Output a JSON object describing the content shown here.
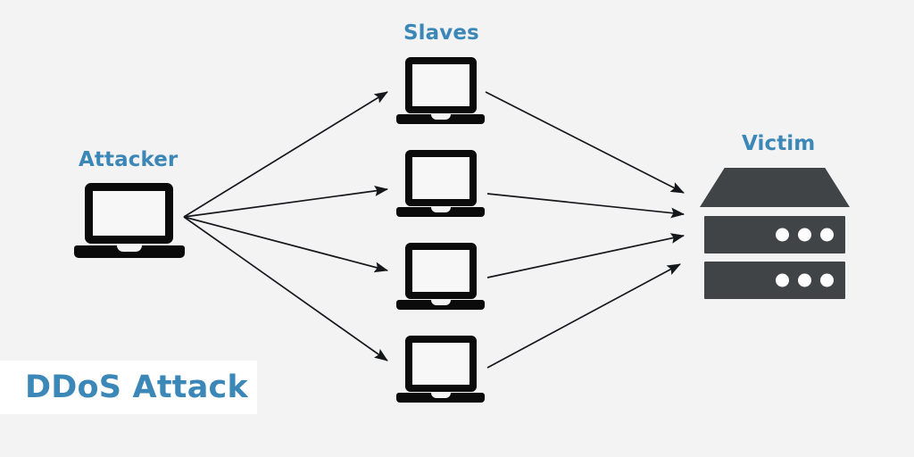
{
  "diagram": {
    "title": "DDoS Attack",
    "background_color": "#f3f3f3",
    "accent_color": "#3b87b8",
    "icon_color": "#0b0b0b",
    "server_color": "#414447",
    "caption_band_color": "#ffffff"
  },
  "nodes": {
    "attacker": {
      "label": "Attacker",
      "icon": "laptop-icon",
      "count": 1
    },
    "slaves": {
      "label": "Slaves",
      "icon": "laptop-icon",
      "count": 4
    },
    "victim": {
      "label": "Victim",
      "icon": "server-icon",
      "rack_units": 2,
      "leds_per_unit": 3
    }
  },
  "flows": [
    {
      "from": "attacker",
      "to": "slave-1",
      "style": "arrow"
    },
    {
      "from": "attacker",
      "to": "slave-2",
      "style": "arrow"
    },
    {
      "from": "attacker",
      "to": "slave-3",
      "style": "arrow"
    },
    {
      "from": "attacker",
      "to": "slave-4",
      "style": "arrow"
    },
    {
      "from": "slave-1",
      "to": "victim",
      "style": "arrow"
    },
    {
      "from": "slave-2",
      "to": "victim",
      "style": "arrow"
    },
    {
      "from": "slave-3",
      "to": "victim",
      "style": "arrow"
    },
    {
      "from": "slave-4",
      "to": "victim",
      "style": "arrow"
    }
  ]
}
